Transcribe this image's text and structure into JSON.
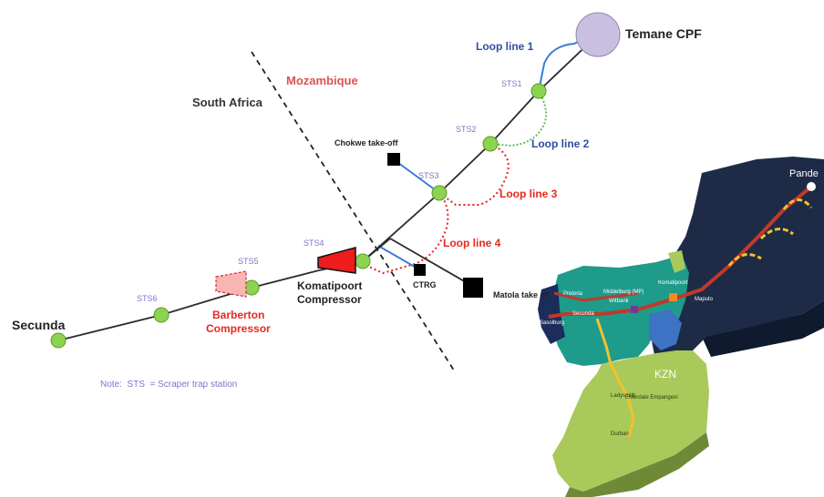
{
  "regions": {
    "south_africa": "South Africa",
    "mozambique": "Mozambique"
  },
  "places": {
    "temane": "Temane CPF",
    "secunda": "Secunda"
  },
  "stations": {
    "sts1": "STS1",
    "sts2": "STS2",
    "sts3": "STS3",
    "sts4": "STS4",
    "sts5": "STS5",
    "sts6": "STS6"
  },
  "loops": {
    "loop1": "Loop line 1",
    "loop2": "Loop line 2",
    "loop3": "Loop line 3",
    "loop4": "Loop line 4"
  },
  "offtakes": {
    "chokwe": "Chokwe take-off",
    "ctrg": "CTRG",
    "matola": "Matola take of"
  },
  "compressors": {
    "komatipoort_line1": "Komatipoort",
    "komatipoort_line2": "Compressor",
    "barberton_line1": "Barberton",
    "barberton_line2": "Compressor"
  },
  "note": "Note:  STS  = Scraper trap station",
  "map_labels": {
    "pande": "Pande",
    "kzn": "KZN",
    "maputo": "Maputo",
    "komatipoort": "Komatipoort",
    "secunda": "Secunda",
    "pretoria": "Pretoria",
    "sasolburg": "Sasolburg",
    "middelburg": "Middelburg (MP)",
    "witbank": "Witbank",
    "ladysmith": "Ladysmith",
    "durban": "Durban",
    "enterdale": "Enterdale Empangeni"
  },
  "colors": {
    "pipeline": "#2b2b2b",
    "station": "#8cd44f",
    "loop_blue": "#3b7dd8",
    "loop_green": "#5fbf5a",
    "loop_red": "#e8201c",
    "label_blue": "#2f4e9e",
    "label_red": "#e32a20",
    "label_purple": "#8a6fc9",
    "mozambique_red": "#d9534f",
    "temane_fill": "#c9bfe0",
    "map_dark": "#1d2b47",
    "map_teal": "#1e9b8a",
    "map_green": "#a9c95a",
    "map_route": "#c0392b",
    "map_yellow": "#f2c12e"
  }
}
